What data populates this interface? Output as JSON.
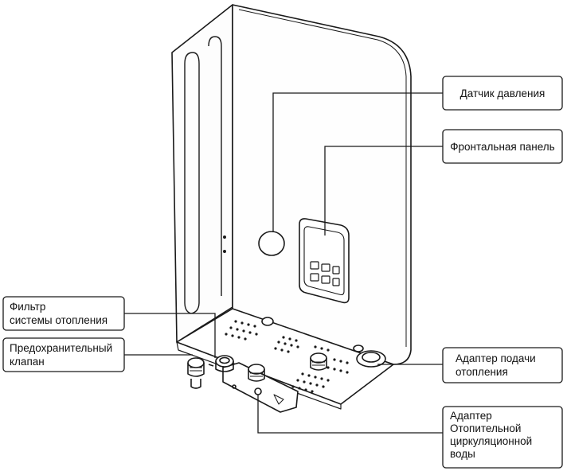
{
  "callouts": {
    "pressure_sensor": {
      "lines": [
        "Датчик давления"
      ]
    },
    "front_panel": {
      "lines": [
        "Фронтальная панель"
      ]
    },
    "heating_filter": {
      "lines": [
        "Фильтр",
        "системы отопления"
      ]
    },
    "safety_valve": {
      "lines": [
        "Предохранительный",
        "клапан"
      ]
    },
    "supply_adapter": {
      "lines": [
        "Адаптер подачи",
        "отопления"
      ]
    },
    "circulation_adapter": {
      "lines": [
        "Адаптер",
        "Отопительной",
        "циркуляционной",
        "воды"
      ]
    }
  },
  "colors": {
    "stroke": "#1a1a1a",
    "background": "#ffffff"
  }
}
